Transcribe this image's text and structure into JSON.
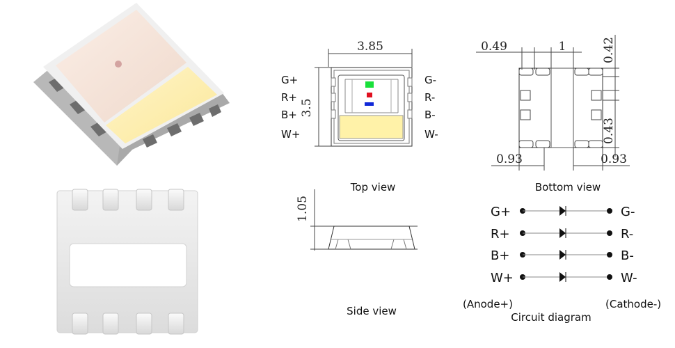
{
  "top_view": {
    "width_dim": "3.85",
    "height_dim": "3.5",
    "left_pins": [
      "G+",
      "R+",
      "B+",
      "W+"
    ],
    "right_pins": [
      "G-",
      "R-",
      "B-",
      "W-"
    ],
    "caption": "Top view"
  },
  "bottom_view": {
    "dim_pad_width": "0.49",
    "dim_center": "1",
    "dim_pad_height": "0.42",
    "dim_pad_gap": "0.43",
    "dim_left_edge": "0.93",
    "dim_right_edge": "0.93",
    "caption": "Bottom view"
  },
  "side_view": {
    "height_dim": "1.05",
    "caption": "Side view"
  },
  "circuit": {
    "rows": [
      {
        "anode": "G+",
        "cathode": "G-"
      },
      {
        "anode": "R+",
        "cathode": "R-"
      },
      {
        "anode": "B+",
        "cathode": "B-"
      },
      {
        "anode": "W+",
        "cathode": "W-"
      }
    ],
    "anode_label": "(Anode+)",
    "cathode_label": "(Cathode-)",
    "caption": "Circuit diagram"
  },
  "colors": {
    "led_green": "#19e03a",
    "led_red": "#e01020",
    "led_blue": "#1028d8",
    "led_white": "#fff2a8",
    "line": "#444444"
  }
}
